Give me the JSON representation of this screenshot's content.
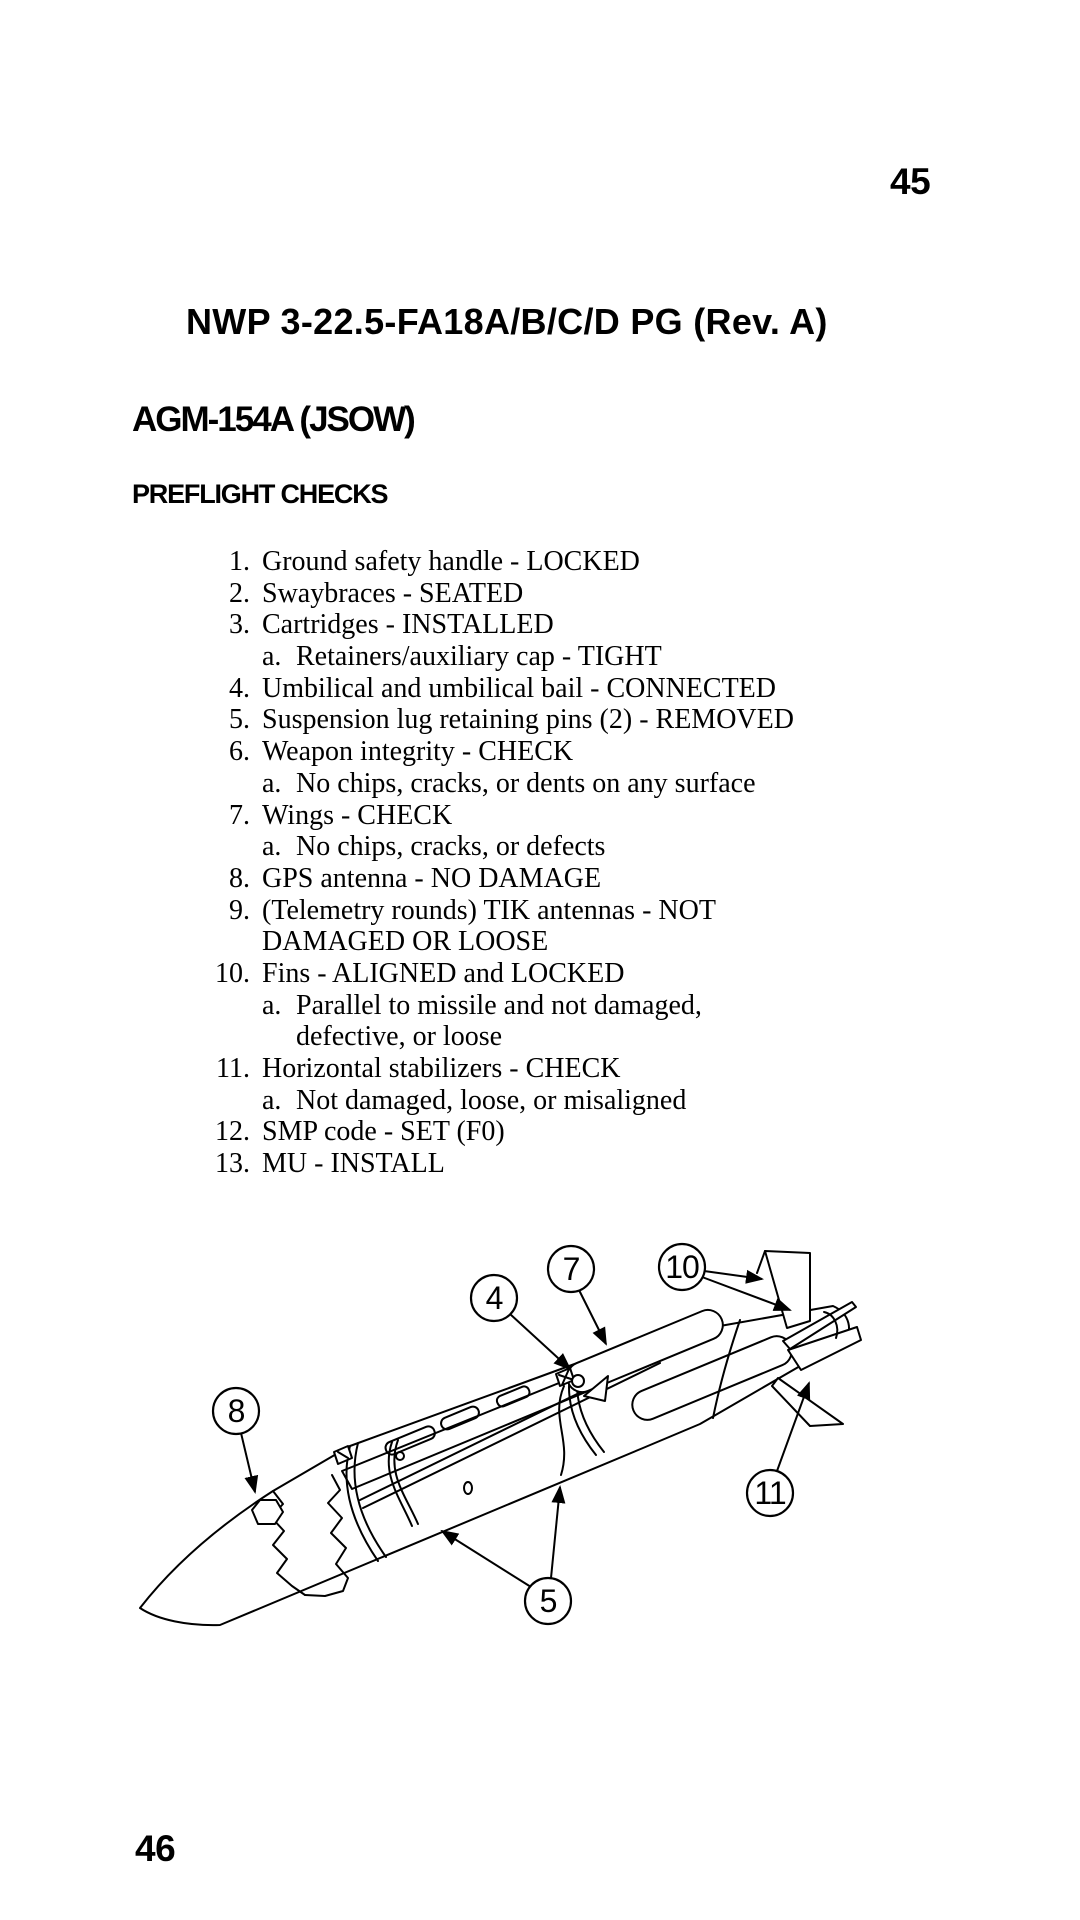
{
  "page": {
    "top_page_number": "45",
    "bottom_page_number": "46",
    "title": "NWP 3-22.5-FA18A/B/C/D PG (Rev. A)",
    "weapon_heading": "AGM-154A (JSOW)",
    "section_heading": "PREFLIGHT CHECKS"
  },
  "checklist": {
    "lines": [
      {
        "level": 0,
        "marker": "1.",
        "text": "Ground safety handle - LOCKED"
      },
      {
        "level": 0,
        "marker": "2.",
        "text": "Swaybraces - SEATED"
      },
      {
        "level": 0,
        "marker": "3.",
        "text": "Cartridges - INSTALLED"
      },
      {
        "level": 1,
        "marker": "a.",
        "text": "Retainers/auxiliary cap - TIGHT"
      },
      {
        "level": 0,
        "marker": "4.",
        "text": "Umbilical and umbilical bail - CONNECTED"
      },
      {
        "level": 0,
        "marker": "5.",
        "text": "Suspension lug retaining pins (2) - REMOVED"
      },
      {
        "level": 0,
        "marker": "6.",
        "text": "Weapon integrity - CHECK"
      },
      {
        "level": 1,
        "marker": "a.",
        "text": "No chips, cracks, or dents on any surface"
      },
      {
        "level": 0,
        "marker": "7.",
        "text": "Wings - CHECK"
      },
      {
        "level": 1,
        "marker": "a.",
        "text": "No chips, cracks, or defects"
      },
      {
        "level": 0,
        "marker": "8.",
        "text": "GPS antenna - NO DAMAGE"
      },
      {
        "level": 0,
        "marker": "9.",
        "text": "(Telemetry rounds) TIK antennas - NOT"
      },
      {
        "level": 2,
        "marker": "",
        "text": "DAMAGED OR LOOSE"
      },
      {
        "level": 0,
        "marker": "10.",
        "text": "Fins - ALIGNED and LOCKED"
      },
      {
        "level": 1,
        "marker": "a.",
        "text": "Parallel to missile and not damaged,"
      },
      {
        "level": 3,
        "marker": "",
        "text": "defective, or loose"
      },
      {
        "level": 0,
        "marker": "11.",
        "text": "Horizontal stabilizers - CHECK"
      },
      {
        "level": 1,
        "marker": "a.",
        "text": "Not damaged, loose, or misaligned"
      },
      {
        "level": 0,
        "marker": "12.",
        "text": "SMP code - SET (F0)"
      },
      {
        "level": 0,
        "marker": "13.",
        "text": "MU - INSTALL"
      }
    ]
  },
  "figure": {
    "description": "Isometric line drawing of the AGM-154A JSOW weapon, nose lower-left, tail fins upper-right, with numbered inspection callouts",
    "callouts": [
      {
        "label": "4"
      },
      {
        "label": "7"
      },
      {
        "label": "10"
      },
      {
        "label": "8"
      },
      {
        "label": "5"
      },
      {
        "label": "11"
      }
    ]
  },
  "colors": {
    "ink": "#000000",
    "paper": "#ffffff"
  }
}
